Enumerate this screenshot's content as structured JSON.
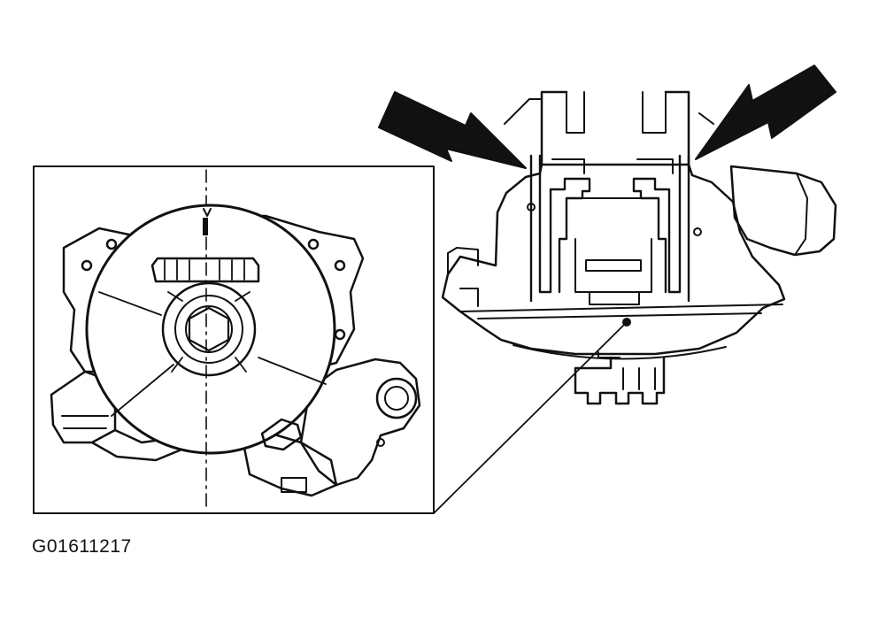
{
  "figure": {
    "id_label": "G01611217",
    "ink_color": "#111111",
    "background_color": "#ffffff"
  },
  "callouts": {
    "left_arrow": "arrow-pointer",
    "right_arrow": "arrow-pointer",
    "leader_line": "detail-leader"
  }
}
